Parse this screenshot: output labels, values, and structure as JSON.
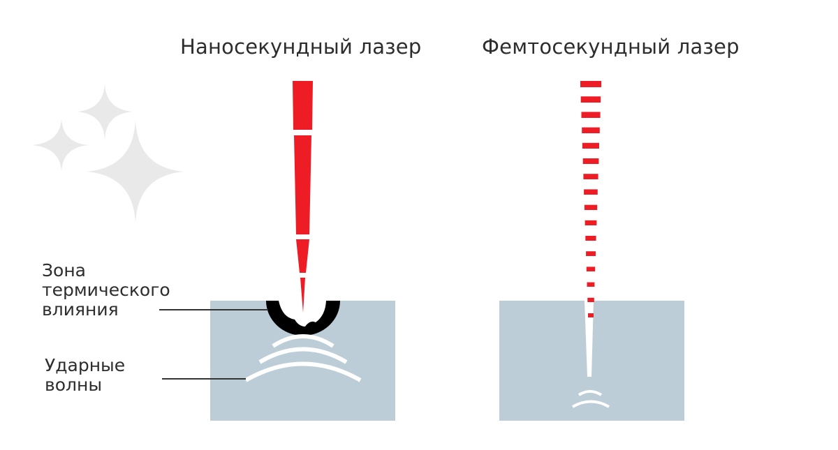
{
  "titles": {
    "nanosecond": "Наносекундный лазер",
    "femtosecond": "Фемтосекундный лазер"
  },
  "labels": {
    "haz_line1": "Зона",
    "haz_line2": "термического",
    "haz_line3": "влияния",
    "shock_line1": "Ударные",
    "shock_line2": "волны"
  },
  "colors": {
    "laser": "#ee1c25",
    "material": "#bccdd7",
    "haz": "#000000",
    "sparkle": "#e9e9e9",
    "text": "#2d2d2d"
  },
  "icons": [
    "sparkle-icon"
  ]
}
